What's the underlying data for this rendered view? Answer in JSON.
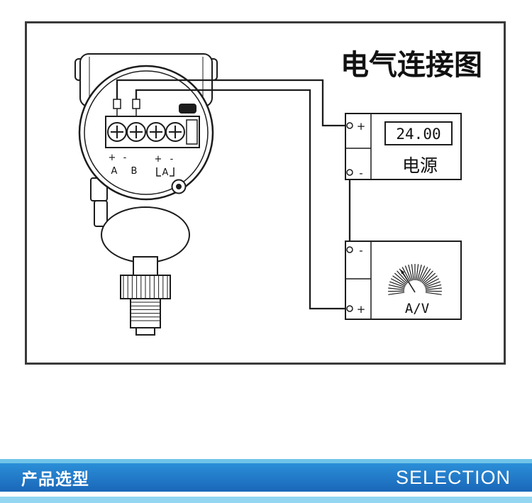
{
  "colors": {
    "line": "#1c1c1c",
    "frame_border": "#3a3a3a",
    "banner_strip_top": "#6fc4e9",
    "banner_main_top": "#2b8fd8",
    "banner_main_bottom": "#1a67b8",
    "banner_strip_bottom": "#93d6f2",
    "banner_text": "#ffffff"
  },
  "diagram": {
    "title": "电气连接图",
    "terminal_block": {
      "plus1": "+",
      "minus1": "-",
      "label_a": "A",
      "label_b": "B",
      "plus2": "+",
      "minus2": "-",
      "label_a2": "A"
    },
    "power_supply": {
      "terminal_top": "+",
      "terminal_bottom": "-",
      "display_value": "24.00",
      "label": "电源"
    },
    "meter": {
      "terminal_top": "-",
      "terminal_bottom": "+",
      "label": "A/V"
    }
  },
  "footer": {
    "left_title": "产品选型",
    "right_title": "SELECTION"
  }
}
